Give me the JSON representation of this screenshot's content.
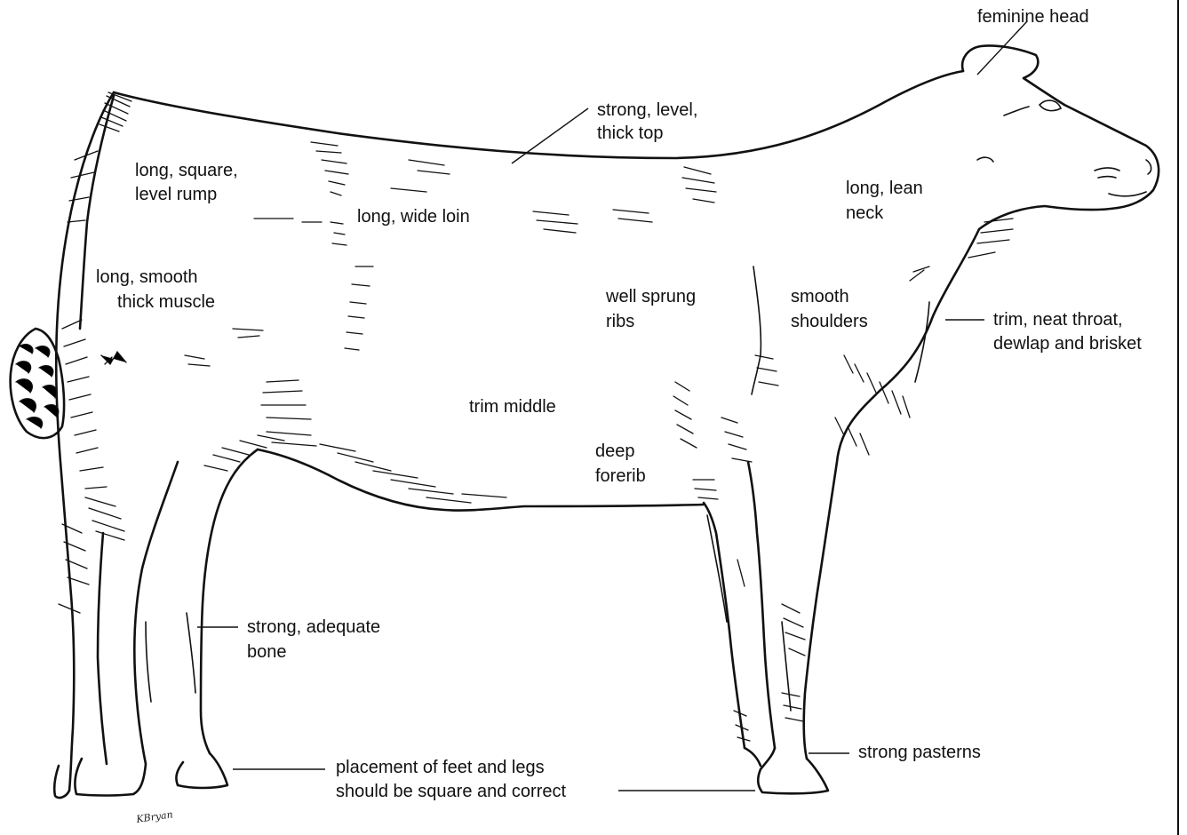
{
  "labels": {
    "feminine_head": "feminine head",
    "top_line1": "strong, level,",
    "top_line2": "thick top",
    "rump_line1": "long, square,",
    "rump_line2": "level rump",
    "loin": "long, wide loin",
    "neck_line1": "long, lean",
    "neck_line2": "neck",
    "muscle_line1": "long, smooth",
    "muscle_line2": "thick muscle",
    "ribs_line1": "well sprung",
    "ribs_line2": "ribs",
    "shoulders_line1": "smooth",
    "shoulders_line2": "shoulders",
    "throat_line1": "trim, neat throat,",
    "throat_line2": "dewlap and brisket",
    "middle": "trim middle",
    "forerib_line1": "deep",
    "forerib_line2": "forerib",
    "bone_line1": "strong, adequate",
    "bone_line2": "bone",
    "pasterns": "strong pasterns",
    "feet_line1": "placement of feet and legs",
    "feet_line2": "should be square and correct"
  },
  "signature": "KBryan"
}
